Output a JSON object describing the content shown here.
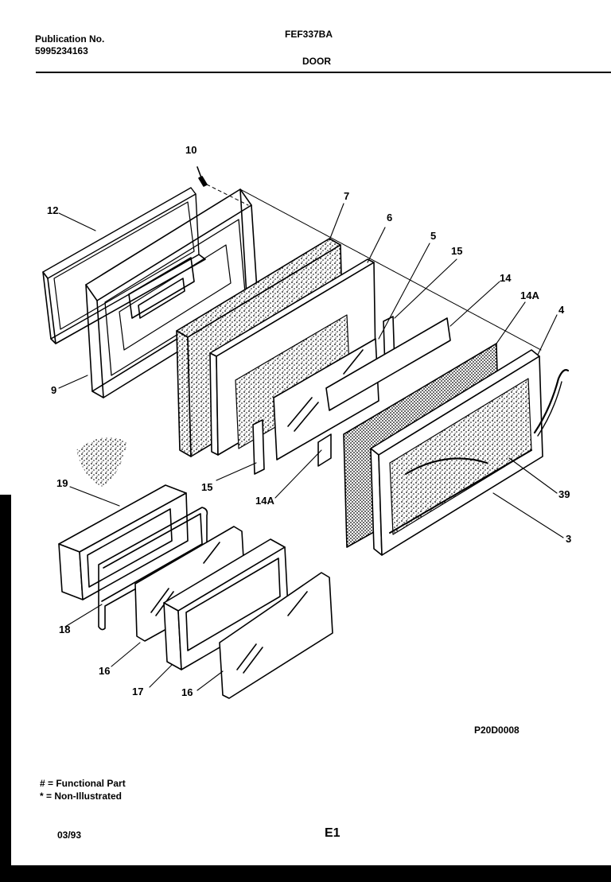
{
  "header": {
    "publication_label": "Publication No.",
    "publication_number": "5995234163",
    "model": "FEF337BA",
    "section": "DOOR"
  },
  "diagram": {
    "part_labels": {
      "p10": "10",
      "p12": "12",
      "p7": "7",
      "p6": "6",
      "p5": "5",
      "p15a": "15",
      "p14": "14",
      "p14Aa": "14A",
      "p4": "4",
      "p9": "9",
      "p39": "39",
      "p3": "3",
      "p15b": "15",
      "p14Ab": "14A",
      "p19": "19",
      "p18": "18",
      "p16a": "16",
      "p17": "17",
      "p16b": "16"
    },
    "drawing_code": "P20D0008"
  },
  "legend": {
    "functional": "# = Functional Part",
    "non_illustrated": "* = Non-Illustrated"
  },
  "footer": {
    "date": "03/93",
    "page": "E1"
  }
}
